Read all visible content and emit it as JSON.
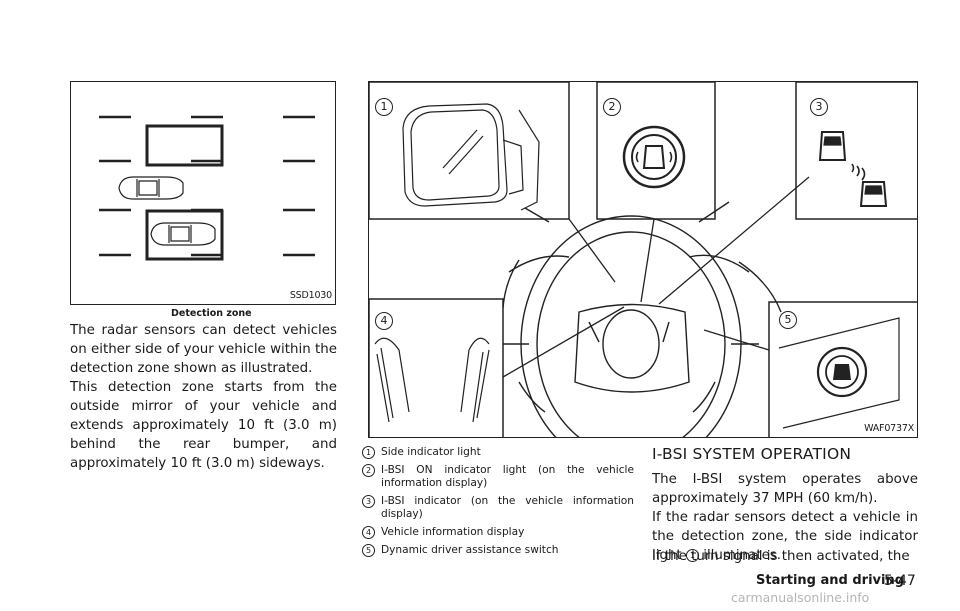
{
  "figure1": {
    "code": "SSD1030",
    "caption": "Detection zone"
  },
  "left_column": {
    "paragraphs": [
      "The radar sensors can detect vehicles on either side of your vehicle within the detection zone shown as illustrated.",
      "This detection zone starts from the outside mirror of your vehicle and extends approximately 10 ft (3.0 m) behind the rear bumper, and approximately 10 ft (3.0 m) sideways."
    ]
  },
  "figure2": {
    "code": "WAF0737X",
    "callouts": [
      "1",
      "2",
      "3",
      "4",
      "5"
    ]
  },
  "legend": [
    {
      "num": "1",
      "text": "Side indicator light"
    },
    {
      "num": "2",
      "text": "I-BSI ON indicator light (on the vehicle information display)"
    },
    {
      "num": "3",
      "text": "I-BSI indicator (on the vehicle information display)"
    },
    {
      "num": "4",
      "text": "Vehicle information display"
    },
    {
      "num": "5",
      "text": "Dynamic driver assistance switch"
    }
  ],
  "right_column": {
    "heading": "I-BSI SYSTEM OPERATION",
    "p1": "The I-BSI system operates above approximately 37 MPH (60 km/h).",
    "p2_before": "If the radar sensors detect a vehicle in the detection zone, the side indicator light",
    "p2_num": "1",
    "p2_after": "illuminates.",
    "p3": "If the turn signal is then activated, the"
  },
  "footer": {
    "section": "Starting and driving",
    "page": "5-47"
  },
  "watermark": "carmanualsonline.info"
}
